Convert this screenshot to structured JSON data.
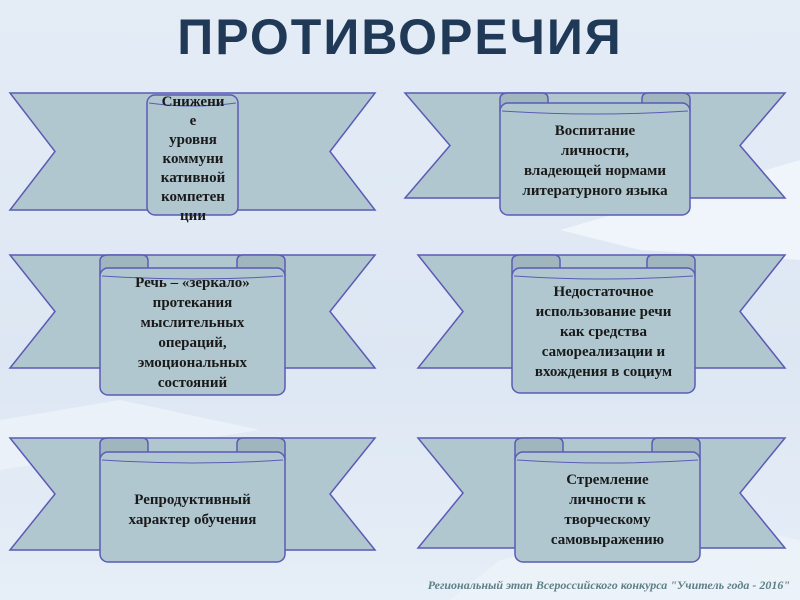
{
  "title": "ПРОТИВОРЕЧИЯ",
  "ribbons": [
    {
      "text": "Снижени\nе\nуровня\nкоммуни\nкативной\nкомпетен\nции"
    },
    {
      "text": "Воспитание\nличности,\nвладеющей нормами\nлитературного языка"
    },
    {
      "text": "Речь – «зеркало»\nпротекания\nмыслительных\nопераций,\nэмоциональных\nсостояний"
    },
    {
      "text": "Недостаточное\nиспользование речи\nкак средства\nсамореализации и\nвхождения в социум"
    },
    {
      "text": "Репродуктивный\nхарактер обучения"
    },
    {
      "text": "Стремление\nличности к\nтворческому\nсамовыражению"
    }
  ],
  "footer": "Региональный этап Всероссийского конкурса \"Учитель года - 2016\"",
  "colors": {
    "fill": "#b0c7d0",
    "stroke": "#5b5bb5",
    "title": "#1f3956"
  }
}
